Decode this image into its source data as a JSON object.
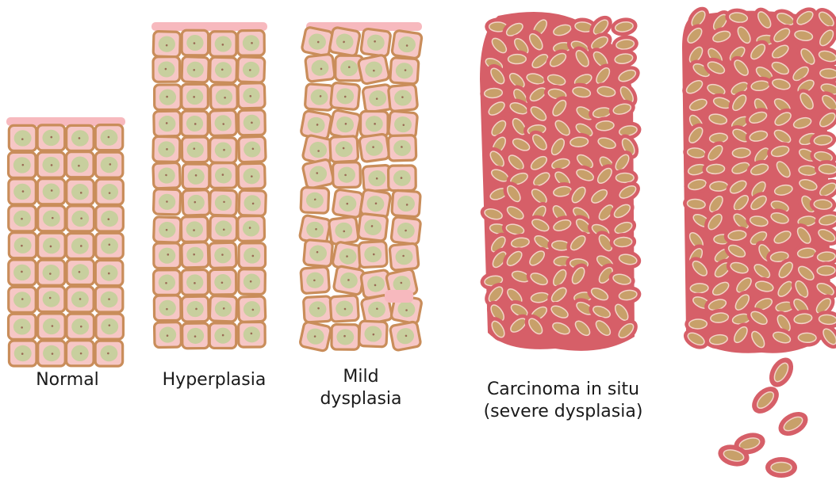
{
  "colors": {
    "cell_border_tan": "#c98d5a",
    "cytoplasm_pink": "#f6c7c5",
    "nucleus_green": "#c8cf9e",
    "surface_pink": "#f7b9be",
    "tumor_red": "#d65f68",
    "tumor_nucleus": "#c8a06a"
  },
  "stages": [
    {
      "id": "normal",
      "lines": [
        "Normal"
      ]
    },
    {
      "id": "hyperplasia",
      "lines": [
        "Hyperplasia"
      ]
    },
    {
      "id": "mild-dysplasia",
      "lines": [
        "Mild",
        "dysplasia"
      ]
    },
    {
      "id": "carcinoma-in-situ",
      "lines": [
        "Carcinoma in situ",
        "(severe dysplasia)"
      ]
    },
    {
      "id": "invasive",
      "lines": []
    }
  ]
}
